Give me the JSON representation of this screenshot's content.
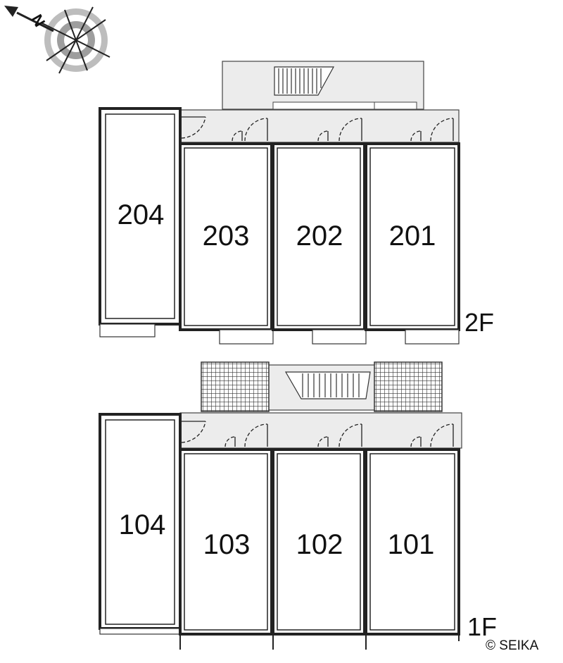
{
  "compass": {
    "label": "N"
  },
  "floors": [
    {
      "id": "2F",
      "label": "2F",
      "rooms": [
        "204",
        "203",
        "202",
        "201"
      ]
    },
    {
      "id": "1F",
      "label": "1F",
      "rooms": [
        "104",
        "103",
        "102",
        "101"
      ]
    }
  ],
  "copyright": "© SEIKA"
}
